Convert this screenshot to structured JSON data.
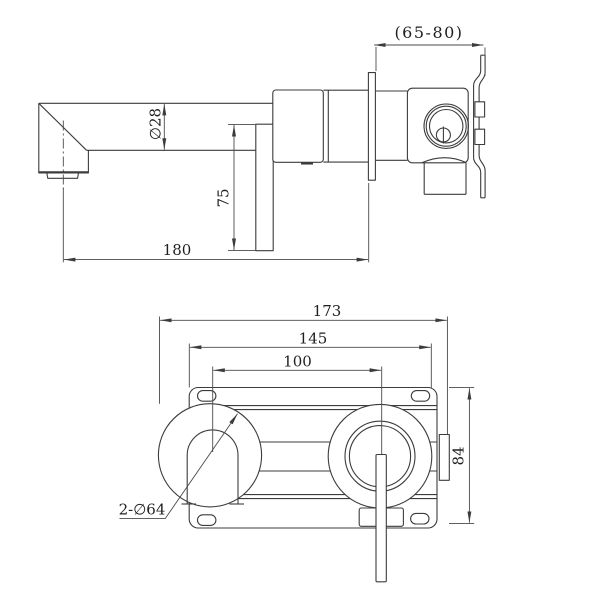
{
  "colors": {
    "background": "#ffffff",
    "object_line": "#3c3c3c",
    "dimension_line": "#4a4a4a",
    "text": "#1f1f1f"
  },
  "side_view": {
    "dimensions": {
      "wall_depth_range": "(65-80)",
      "spout_diameter": "∅28",
      "handle_drop": "75",
      "spout_reach": "180"
    }
  },
  "front_view": {
    "dimensions": {
      "overall_width": "173",
      "body_width": "145",
      "center_distance": "100",
      "plate_height": "84",
      "hole_callout": "2-∅64"
    }
  }
}
